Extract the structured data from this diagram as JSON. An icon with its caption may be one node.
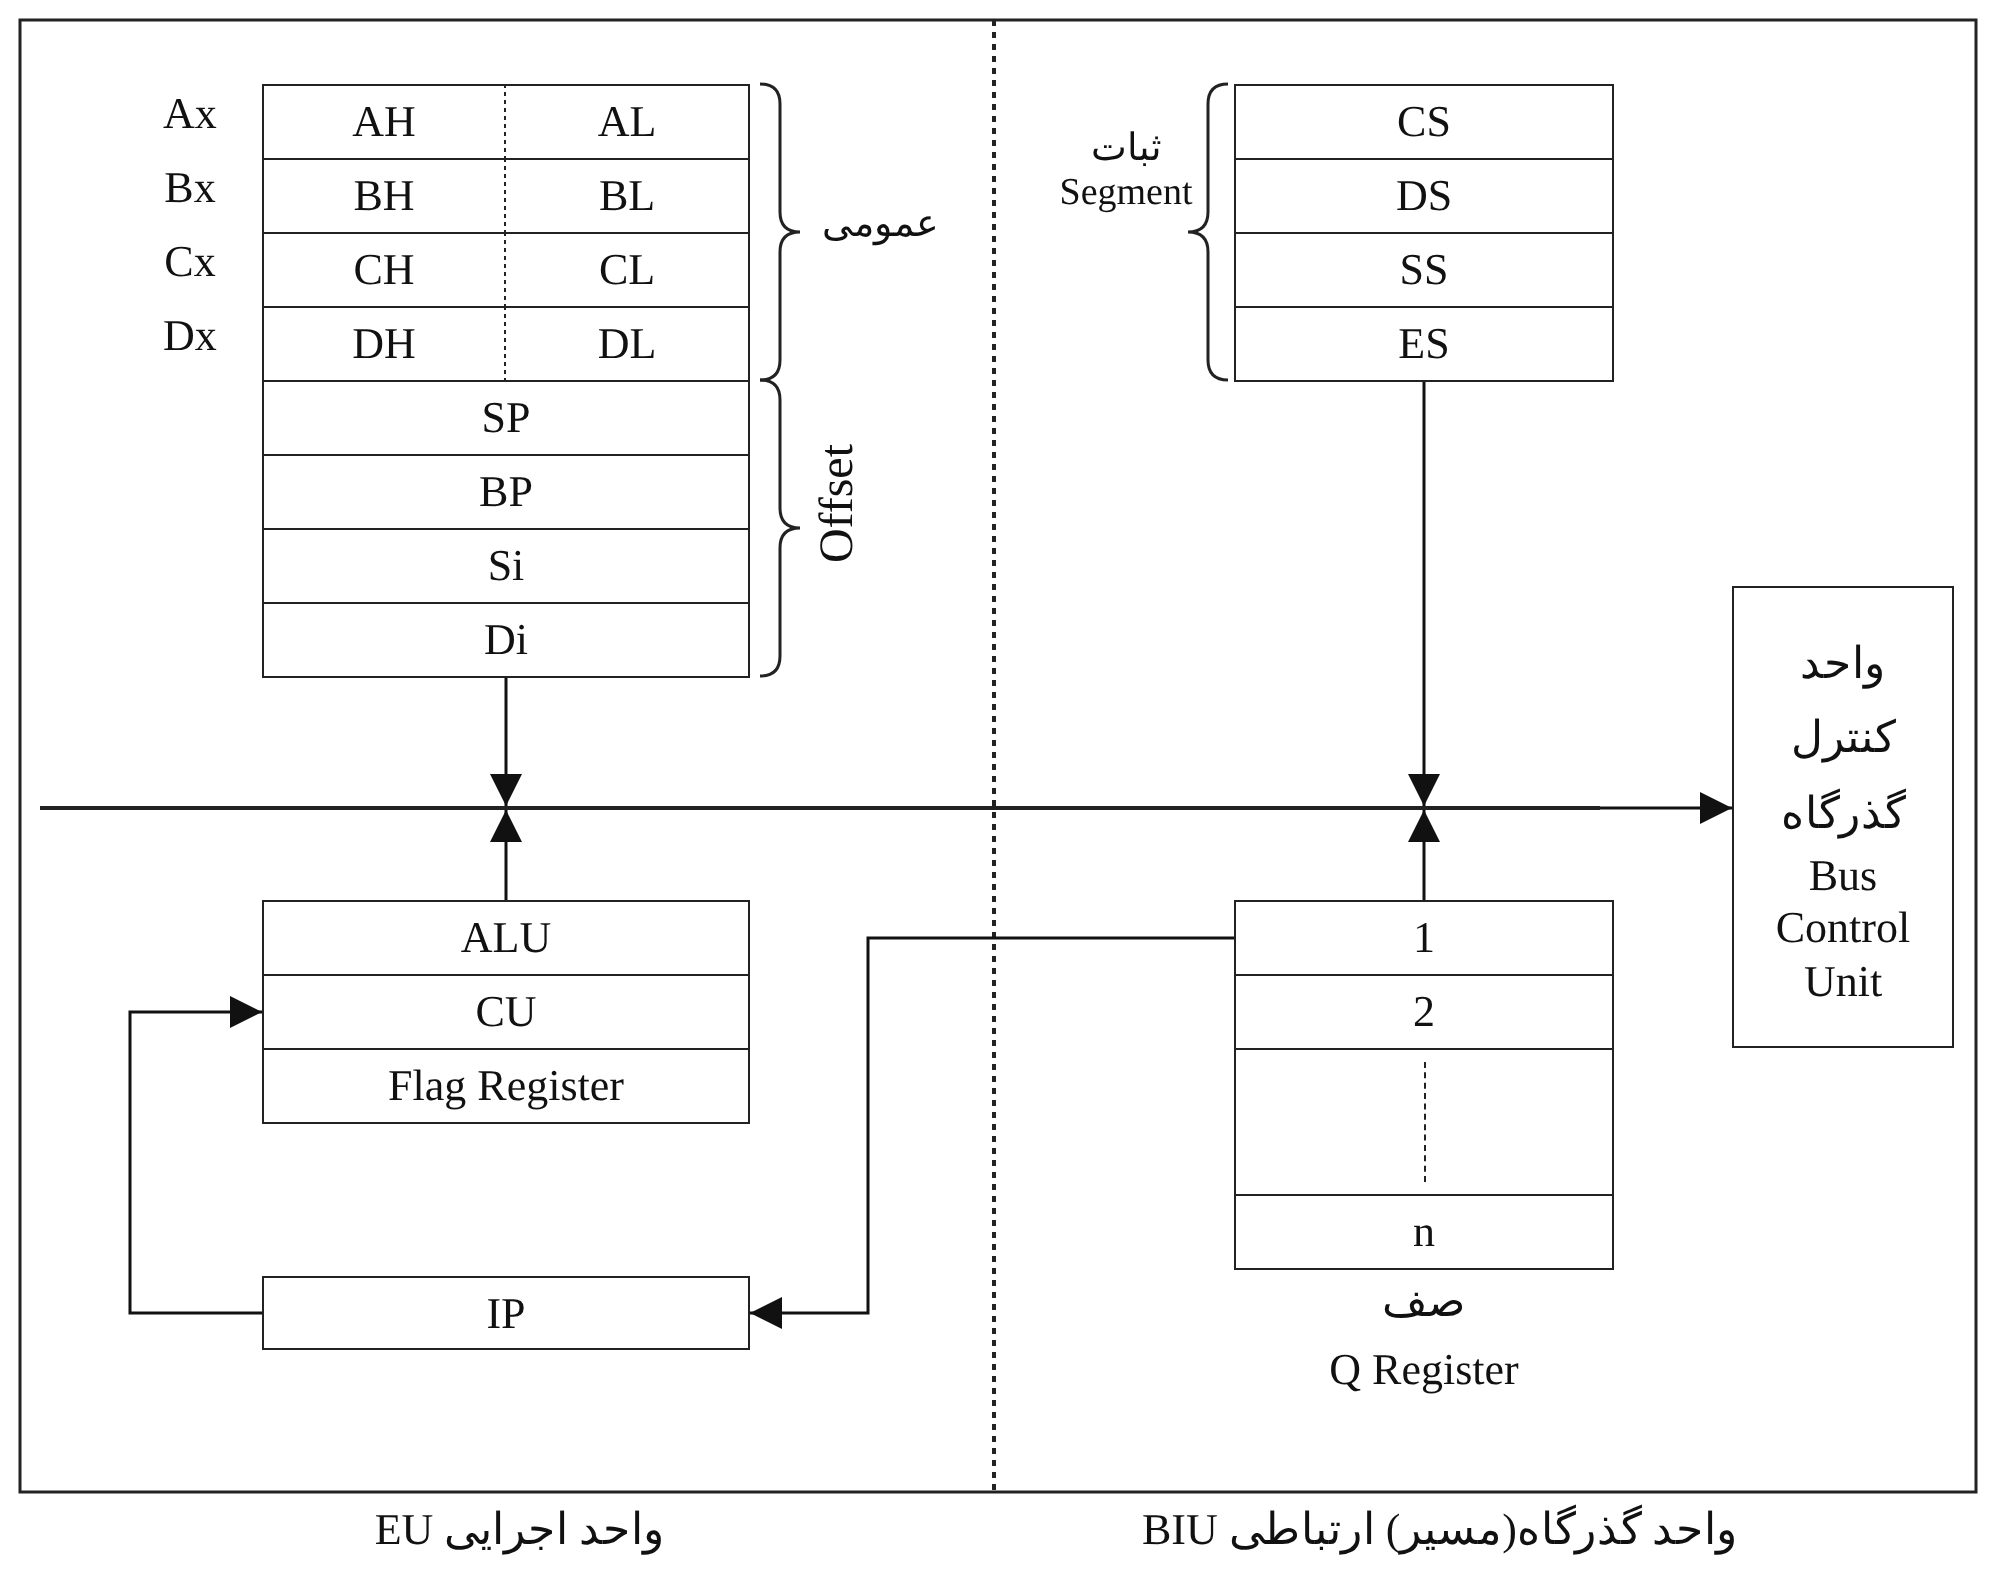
{
  "diagram": {
    "nodes": [
      {
        "text": [
          "AH"
        ],
        "beside": [
          "Ax"
        ]
      },
      {
        "text": [
          "AL"
        ]
      },
      {
        "text": [
          "BH"
        ],
        "beside": [
          "Bx"
        ]
      },
      {
        "text": [
          "BL"
        ]
      },
      {
        "text": [
          "CH"
        ],
        "beside": [
          "Cx"
        ]
      },
      {
        "text": [
          "CL"
        ]
      },
      {
        "text": [
          "DH"
        ],
        "beside": [
          "Dx"
        ]
      },
      {
        "text": [
          "DL"
        ]
      },
      {
        "text": [
          "SP"
        ]
      },
      {
        "text": [
          "BP"
        ]
      },
      {
        "text": [
          "Si"
        ]
      },
      {
        "text": [
          "Di"
        ]
      },
      {
        "text": [
          "CS"
        ]
      },
      {
        "text": [
          "DS"
        ]
      },
      {
        "text": [
          "SS"
        ]
      },
      {
        "text": [
          "ES"
        ]
      },
      {
        "text": [],
        "shape": "bar"
      },
      {
        "text": [
          "واحد کنترل گذرگاه",
          "Bus Control Unit"
        ]
      },
      {
        "text": [
          "ALU"
        ]
      },
      {
        "text": [
          "CU"
        ]
      },
      {
        "text": [
          "Flag Register"
        ]
      },
      {
        "text": [
          "1"
        ]
      },
      {
        "text": [
          "2"
        ]
      },
      {
        "text": [],
        "shape": "box"
      },
      {
        "text": [
          "n"
        ],
        "beside": [
          "صف",
          "Q Register"
        ]
      },
      {
        "text": [
          "IP"
        ]
      }
    ],
    "edges": [
      {
        "from": 11,
        "to": 16,
        "arrow": "to"
      },
      {
        "from": 15,
        "to": 16,
        "arrow": "to"
      },
      {
        "from": 18,
        "to": 16,
        "arrow": "to"
      },
      {
        "from": 21,
        "to": 16,
        "arrow": "to"
      },
      {
        "from": 16,
        "to": 17,
        "arrow": "to"
      },
      {
        "from": 21,
        "to": 25,
        "arrow": "to"
      },
      {
        "from": 25,
        "to": 19,
        "arrow": "to"
      }
    ],
    "labels": [
      "ثبات Segment",
      "عمومی",
      "Offset",
      "واحد اجرایی EU",
      "واحد گذرگاه(مسیر) ارتباطی BIU"
    ]
  }
}
